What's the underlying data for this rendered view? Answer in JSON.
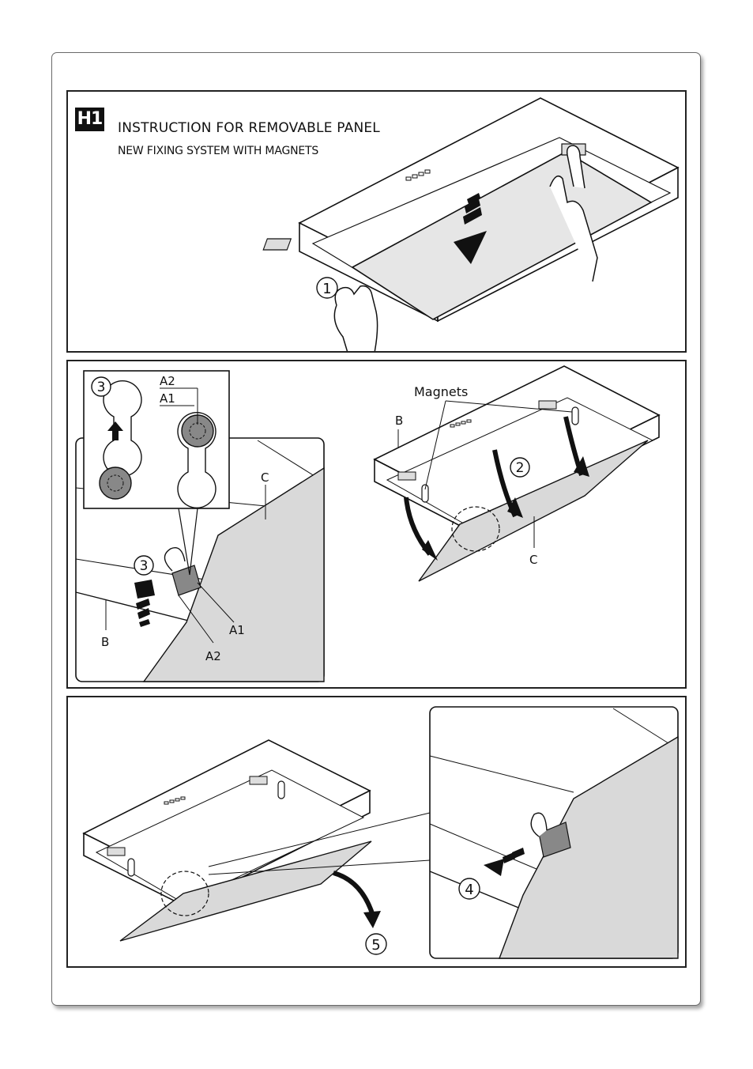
{
  "header": {
    "badge": "H1",
    "title": "INSTRUCTION FOR REMOVABLE PANEL",
    "subtitle": "NEW FIXING SYSTEM WITH MAGNETS"
  },
  "labels": {
    "step1": "1",
    "step2": "2",
    "step3": "3",
    "step4": "4",
    "step5": "5",
    "magnets": "Magnets",
    "a1": "A1",
    "a2": "A2",
    "b": "B",
    "c": "C"
  }
}
